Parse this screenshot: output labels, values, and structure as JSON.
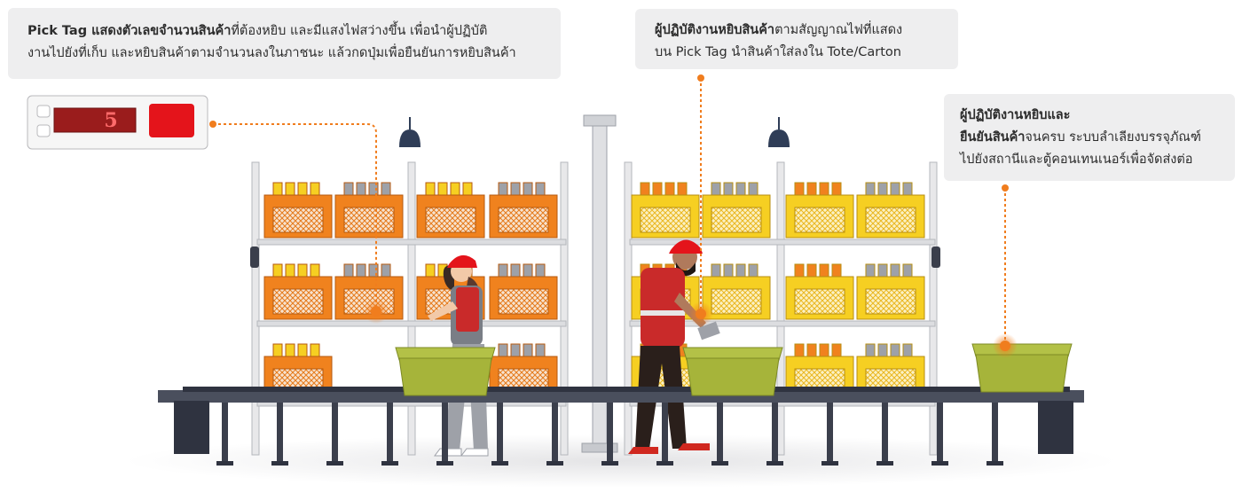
{
  "callouts": {
    "pick_tag": {
      "bold": "Pick Tag แสดงตัวเลขจำนวนสินค้า",
      "text_line1": "ที่ต้องหยิบ และมีแสงไฟสว่างขึ้น เพื่อนำผู้ปฏิบัติ",
      "text_line2": "งานไปยังที่เก็บ และหยิบสินค้าตามจำนวนลงในภาชนะ แล้วกดปุ่มเพื่อยืนยันการหยิบสินค้า"
    },
    "picker": {
      "bold": "ผู้ปฏิบัติงานหยิบสินค้า",
      "text_line1": "ตามสัญญาณไฟที่แสดง",
      "text_line2": "บน Pick Tag นำสินค้าใส่ลงใน Tote/Carton"
    },
    "confirm": {
      "bold_line1": "ผู้ปฏิบัติงานหยิบและ",
      "bold_line2": "ยืนยันสินค้า",
      "text_line2": "จนครบ ระบบลำเลียงบรรจุภัณฑ์",
      "text_line3": "ไปยังสถานีและตู้คอนเทนเนอร์เพื่อจัดส่งต่อ"
    }
  },
  "pick_tag_device": {
    "display_value": "5"
  },
  "colors": {
    "accent_orange": "#f07d1e",
    "tag_red": "#e4141b",
    "display_red": "#9a1c1c",
    "crate_orange": "#f0821e",
    "crate_yellow": "#f6cf22",
    "tote_green": "#a6b43a",
    "conveyor_dark": "#3b3f4c",
    "callout_bg": "#eeeeef"
  },
  "icons": [
    "pick-tag-device-icon",
    "pendant-lamp-icon",
    "worker-icon",
    "tote-icon",
    "conveyor-icon",
    "shelf-icon"
  ]
}
